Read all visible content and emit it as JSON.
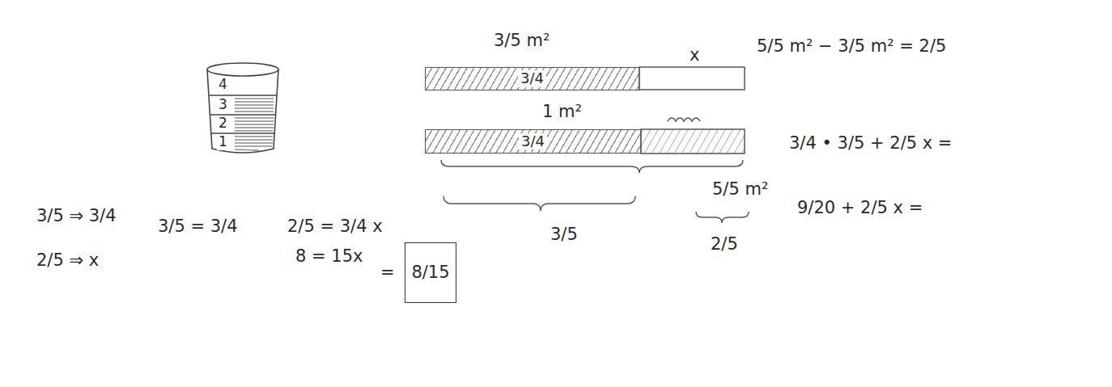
{
  "diagram": {
    "nodes": [
      {
        "text": [
          "3/4"
        ]
      },
      {
        "text": [
          "3/4"
        ]
      },
      {
        "text": [
          "8/15"
        ]
      }
    ],
    "labels": [
      "4",
      "3",
      "2",
      "1",
      "3/5 m²",
      "x",
      "5/5 m² − 3/5 m² = 2/5",
      "1 m²",
      "3/5",
      "5/5 m²",
      "2/5",
      "3/4 • 3/5 + 2/5 x =",
      "9/20 + 2/5 x =",
      "3/5 ⇒ 3/4",
      "2/5 ⇒ x",
      "3/5 = 3/4",
      "2/5 = 3/4 x",
      "8 = 15x",
      "="
    ]
  }
}
